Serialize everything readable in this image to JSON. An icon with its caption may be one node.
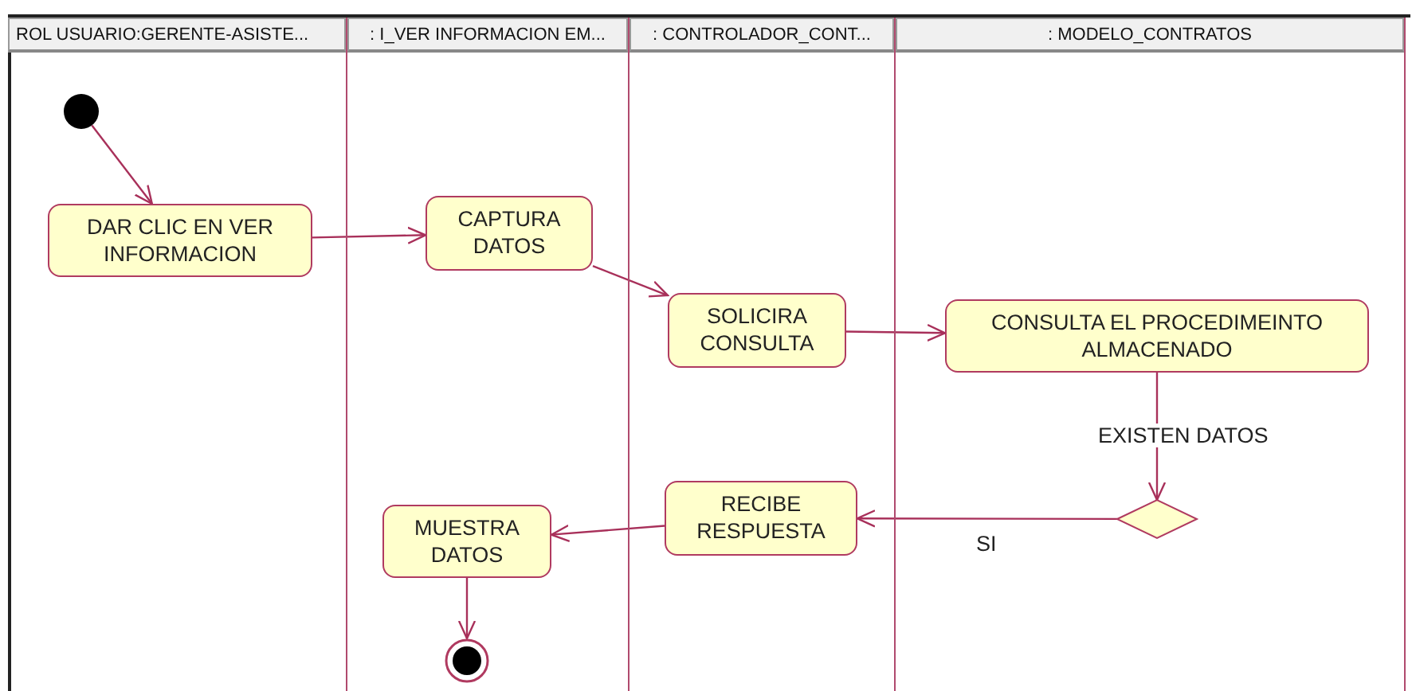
{
  "diagram": {
    "nodes": [
      {
        "text": [
          "ROL USUARIO:GERENTE-ASISTE..."
        ]
      },
      {
        "text": [
          ": I_VER INFORMACION EM..."
        ]
      },
      {
        "text": [
          ": CONTROLADOR_CONT..."
        ]
      },
      {
        "text": [
          ": MODELO_CONTRATOS"
        ]
      },
      {
        "text": [],
        "shape": "circle",
        "in": 0
      },
      {
        "text": [
          "DAR CLIC EN VER INFORMACION"
        ],
        "in": 0
      },
      {
        "text": [
          "CAPTURA DATOS"
        ],
        "in": 1
      },
      {
        "text": [
          "SOLICIRA CONSULTA"
        ],
        "in": 2
      },
      {
        "text": [
          "CONSULTA EL PROCEDIMEINTO ALMACENADO"
        ],
        "in": 3
      },
      {
        "text": [],
        "shape": "diamond",
        "in": 3
      },
      {
        "text": [
          "RECIBE RESPUESTA"
        ],
        "in": 2
      },
      {
        "text": [
          "MUESTRA DATOS"
        ],
        "in": 1
      },
      {
        "text": [],
        "shape": "bullseye",
        "in": 1
      }
    ],
    "edges": [
      {
        "from": 4,
        "to": 5,
        "arrow": "to"
      },
      {
        "from": 5,
        "to": 6,
        "arrow": "to"
      },
      {
        "from": 6,
        "to": 7,
        "arrow": "to"
      },
      {
        "from": 7,
        "to": 8,
        "arrow": "to"
      },
      {
        "from": 8,
        "to": 9,
        "arrow": "to",
        "label": "EXISTEN DATOS"
      },
      {
        "from": 9,
        "to": 10,
        "arrow": "to",
        "label": "SI"
      },
      {
        "from": 10,
        "to": 11,
        "arrow": "to"
      },
      {
        "from": 11,
        "to": 12,
        "arrow": "to"
      }
    ]
  }
}
